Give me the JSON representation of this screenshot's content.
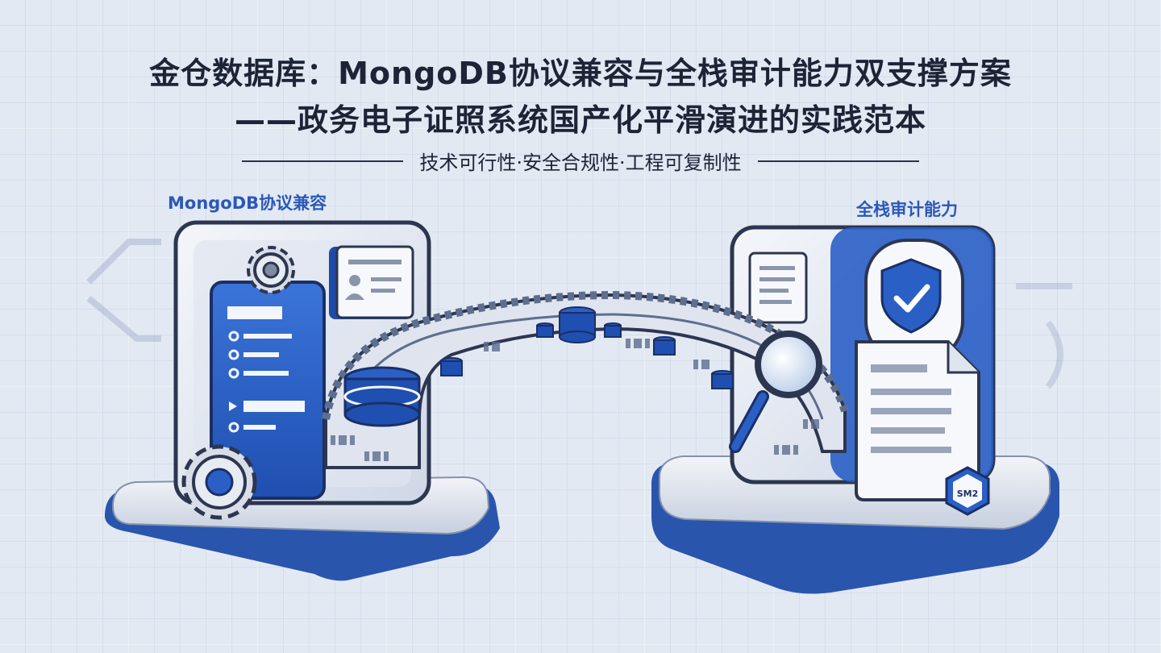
{
  "title_line1": "金仓数据库：MongoDB协议兼容与全栈审计能力双支撑方案",
  "title_line2": "——政务电子证照系统国产化平滑演进的实践范本",
  "tagline": "技术可行性·安全合规性·工程可复制性",
  "left_label": "MongoDB协议兼容",
  "right_label": "全栈审计能力",
  "badge_text": "SM2",
  "colors": {
    "accent": "#2a5fc6",
    "dark": "#1c2436",
    "bridge": "#5d6e8e"
  },
  "icons": [
    "gear-icon",
    "document-icon",
    "database-icon",
    "shield-check-icon",
    "magnifier-icon",
    "id-card-icon",
    "sm2-badge-icon"
  ]
}
